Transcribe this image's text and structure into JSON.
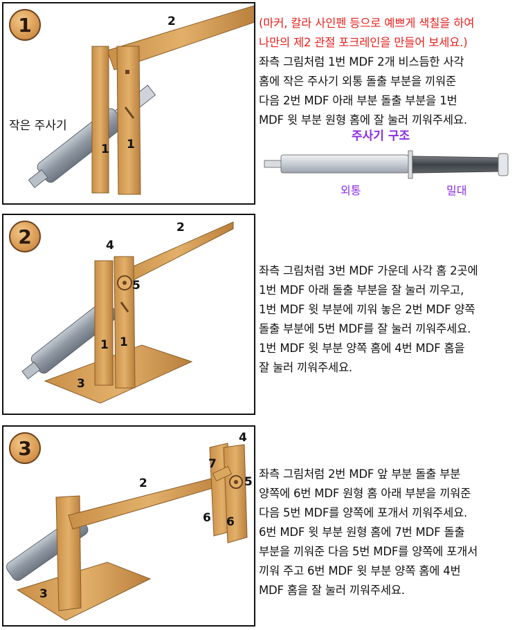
{
  "steps": [
    {
      "number": "1",
      "labels": {
        "part2": "2",
        "part1a": "1",
        "part1b": "1",
        "syringe_small": "작은 주사기"
      },
      "note_lines": [
        "(마커, 칼라 사인펜 등으로 예쁘게 색칠을 하여",
        "나만의 제2 관절 포크레인을 만들어 보세요.)"
      ],
      "lines": [
        "좌측 그림처럼 1번 MDF 2개 비스듬한 사각",
        "홈에 작은 주사기 외통 돌출 부분을 끼워준",
        "다음 2번 MDF 아래 부분 돌출 부분을 1번",
        "MDF 윗 부분 원형 홈에 잘 눌러 끼워주세요."
      ],
      "syringe": {
        "title": "주사기 구조",
        "barrel": "외통",
        "plunger": "밀대"
      }
    },
    {
      "number": "2",
      "labels": {
        "part2": "2",
        "part4": "4",
        "part5": "5",
        "part1a": "1",
        "part1b": "1",
        "part3": "3"
      },
      "lines": [
        "좌측 그림처럼 3번 MDF 가운데 사각 홈 2곳에",
        "1번 MDF 아래 돌출 부분을 잘 눌러 끼우고,",
        "1번 MDF 윗 부분에 끼워 놓은 2번 MDF 양쪽",
        "돌출 부분에 5번 MDF를 잘 눌러 끼워주세요.",
        "1번 MDF 윗 부분 양쪽 홈에 4번 MDF 홈을",
        "잘 눌러 끼워주세요."
      ]
    },
    {
      "number": "3",
      "labels": {
        "part4": "4",
        "part7": "7",
        "part5": "5",
        "part2": "2",
        "part6a": "6",
        "part6b": "6",
        "part3": "3"
      },
      "lines": [
        "좌측 그림처럼 2번 MDF 앞 부분 돌출 부분",
        "양쪽에 6번 MDF 원형 홈 아래 부분을 끼워준",
        "다음 5번 MDF를 양쪽에 포개서 끼워주세요.",
        "6번 MDF 윗 부분 원형 홈에 7번 MDF 돌출",
        "부분을 끼워준 다음 5번 MDF를 양쪽에 포개서",
        "끼워 주고 6번 MDF 윗 부분 양쪽 홈에 4번",
        "MDF 홈을 잘 눌러 끼워주세요."
      ]
    }
  ],
  "colors": {
    "wood": "#d9a85e",
    "wood_dark": "#a8763a",
    "syringe_gray": "#9aa3ad",
    "note_red": "#e8201c",
    "syringe_title_purple": "#8a2be2"
  }
}
